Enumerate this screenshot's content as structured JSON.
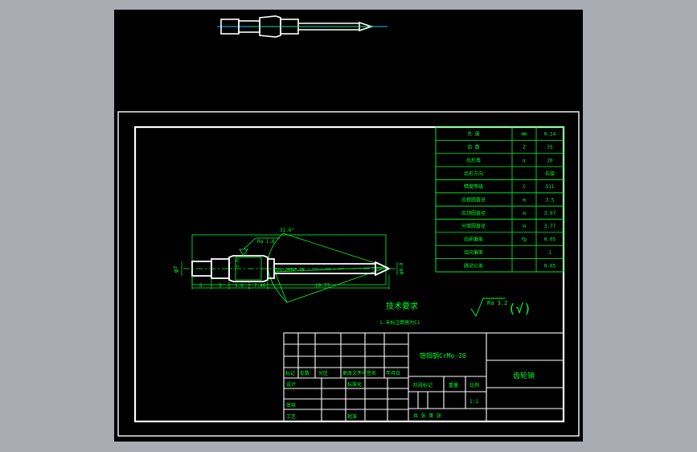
{
  "colors": {
    "workspace": "#a8abb2",
    "viewport": "#000000",
    "frame": "#ffffff",
    "dimension": "#00ff2a",
    "centerline": "#00c8ff",
    "outline_highlight": "#ffffff"
  },
  "technical_requirements": {
    "title": "技术要求",
    "line1": "1.未标注倒角为C1"
  },
  "surface_roughness": {
    "value": "Ra 3.2",
    "symbol": "(√)"
  },
  "roughness_mark": "Ra 1.6",
  "dimensions": {
    "diameter_left": "φ7",
    "angle": "31.6°",
    "thread": "5/8-24UNF-2A",
    "seg1": "5",
    "seg2": "5",
    "seg3": "5.6",
    "seg4": "7.46",
    "seg5": "19.77",
    "mid_dia": "3.75",
    "tip_dia": "φ0.8"
  },
  "param_table": {
    "rows": [
      {
        "name": "长  度",
        "sym": "mm",
        "val": "0.14"
      },
      {
        "name": "齿  数",
        "sym": "Z",
        "val": "75"
      },
      {
        "name": "齿形角",
        "sym": "α",
        "val": "20"
      },
      {
        "name": "齿形方向",
        "sym": "",
        "val": "右旋"
      },
      {
        "name": "精度等级",
        "sym": "C",
        "val": "511"
      },
      {
        "name": "齿根圆直径",
        "sym": "m",
        "val": "3.5"
      },
      {
        "name": "齿顶圆直径",
        "sym": "m",
        "val": "3.97"
      },
      {
        "name": "分度圆直径",
        "sym": "m",
        "val": "3.77"
      },
      {
        "name": "齿距偏差",
        "sym": "fp",
        "val": "0.05"
      },
      {
        "name": "齿向偏差",
        "sym": "",
        "val": "1"
      },
      {
        "name": "跳动公差",
        "sym": "",
        "val": "0.05"
      }
    ]
  },
  "title_block": {
    "material": "铬钼钢CrMo-20",
    "drawing_name": "齿轮销",
    "row_labels": [
      "标记",
      "处数",
      "分区",
      "更改文件号",
      "签名",
      "年月日"
    ],
    "designer": "设计",
    "standardization": "标准化",
    "reviewer": "审核",
    "process": "工艺",
    "approve": "批准",
    "stage_mark": "阶段标记",
    "weight": "重量",
    "scale": "比例",
    "scale_value": "1:1",
    "sheets": "共  张  第  张"
  }
}
